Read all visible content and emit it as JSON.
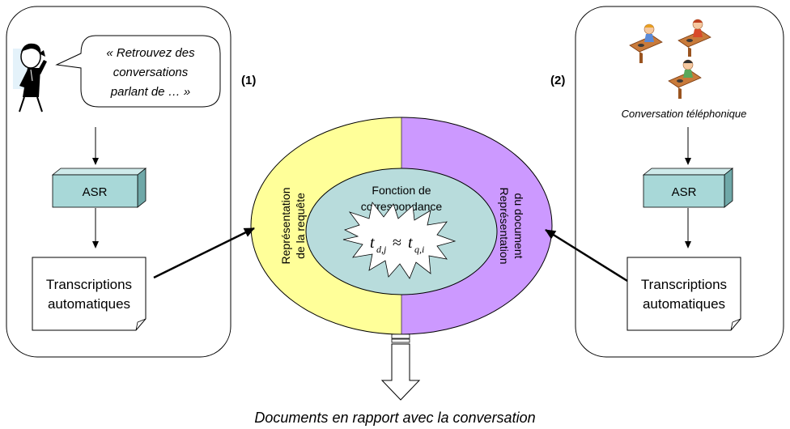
{
  "left_panel": {
    "number_label": "(1)",
    "speech_quote": {
      "line1": "« Retrouvez des",
      "line2": "conversations",
      "line3": "parlant de … »"
    },
    "asr_label": "ASR",
    "transcriptions": {
      "line1": "Transcriptions",
      "line2": "automatiques"
    }
  },
  "right_panel": {
    "number_label": "(2)",
    "caption": "Conversation téléphonique",
    "asr_label": "ASR",
    "transcriptions": {
      "line1": "Transcriptions",
      "line2": "automatiques"
    }
  },
  "center": {
    "left_half": {
      "line1": "Représentation",
      "line2": "de la requête"
    },
    "right_half": {
      "line1": "Représentation",
      "line2": "du document"
    },
    "inner": {
      "line1": "Fonction de",
      "line2": "correspondance"
    },
    "formula": {
      "lhs_var": "t",
      "lhs_sub": "d,j",
      "approx": "≈",
      "rhs_var": "t",
      "rhs_sub": "q,i"
    }
  },
  "output_caption": "Documents en rapport avec la conversation",
  "colors": {
    "query_half": "#ffff99",
    "document_half": "#cc99ff",
    "inner_ellipse": "#b8dcdc",
    "asr_box": "#a8d8d8",
    "asr_box_dark": "#6fa8a8"
  }
}
